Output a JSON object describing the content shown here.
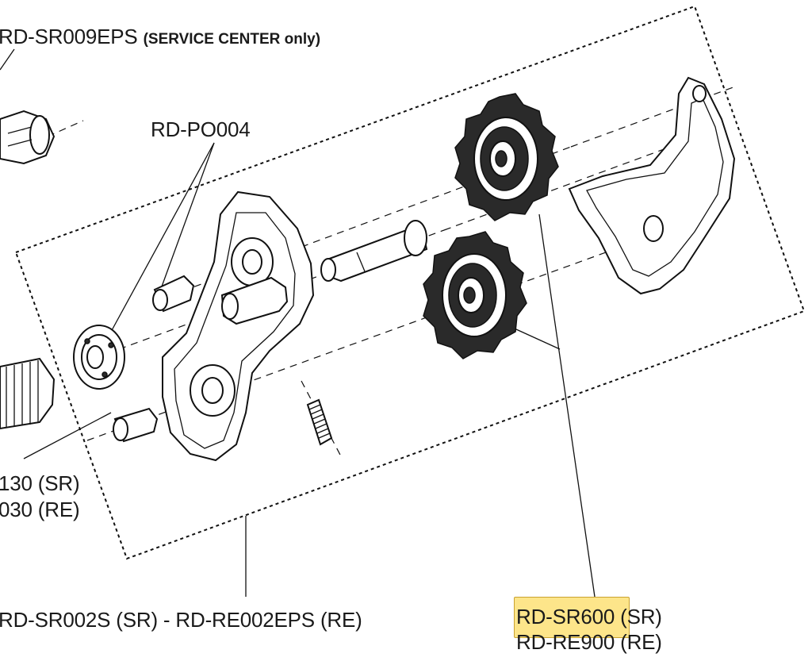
{
  "labels": {
    "top_part": "RD-SR009EPS",
    "top_note": "(SERVICE CENTER only)",
    "po004": "RD-PO004",
    "left_line1": "130 (SR)",
    "left_line2": "030 (RE)",
    "cage": "RD-SR002S (SR) - RD-RE002EPS (RE)",
    "pulley_sr_code": "RD-SR600",
    "pulley_sr_suffix": " (SR)",
    "pulley_re": "RD-RE900 (RE)"
  },
  "colors": {
    "highlight": "#fde58a",
    "line": "#111111"
  }
}
